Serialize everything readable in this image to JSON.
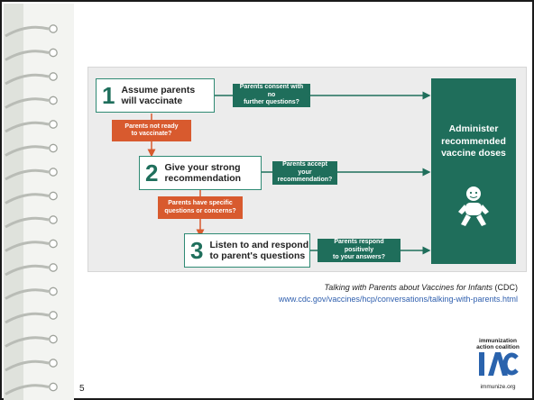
{
  "slide": {
    "page_number": "5"
  },
  "flowchart": {
    "steps": [
      {
        "number": "1",
        "line1": "Assume parents",
        "line2": "will vaccinate"
      },
      {
        "number": "2",
        "line1": "Give your strong",
        "line2": "recommendation"
      },
      {
        "number": "3",
        "line1": "Listen to and respond",
        "line2": "to parent's questions"
      }
    ],
    "yes_boxes": [
      {
        "line1": "Parents consent with no",
        "line2": "further questions?"
      },
      {
        "line1": "Parents accept your",
        "line2": "recommendation?"
      },
      {
        "line1": "Parents respond positively",
        "line2": "to your answers?"
      }
    ],
    "no_boxes": [
      {
        "line1": "Parents not ready",
        "line2": "to vaccinate?"
      },
      {
        "line1": "Parents have specific",
        "line2": "questions or concerns?"
      }
    ],
    "outcome": {
      "line1": "Administer",
      "line2": "recommended",
      "line3": "vaccine doses"
    },
    "colors": {
      "green": "#1f6e5b",
      "orange": "#d85a2e",
      "outline": "#2f8a74"
    }
  },
  "caption": {
    "title": "Talking with Parents about Vaccines for Infants",
    "suffix": " (CDC)",
    "url": "www.cdc.gov/vaccines/hcp/conversations/talking-with-parents.html"
  },
  "logo": {
    "line1": "immunization",
    "line2": "action coalition",
    "mark": "IAC",
    "line3": "immunize.org"
  },
  "icons": {
    "binding": "spiral-binding-icon",
    "baby": "baby-icon"
  }
}
